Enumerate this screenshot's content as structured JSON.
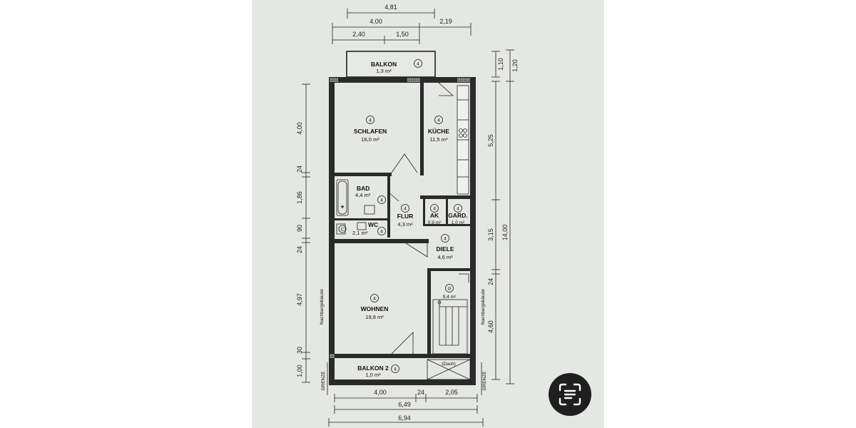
{
  "dimensions": {
    "top_overall": "4,81",
    "top_400": "4,00",
    "top_219": "2,19",
    "top_240": "2,40",
    "top_150": "1,50",
    "right_110": "1,10",
    "right_120": "1,20",
    "right_525": "5,25",
    "right_315": "3,15",
    "right_24": "24",
    "right_460": "4,60",
    "right_1400": "14,00",
    "left_400": "4,00",
    "left_24a": "24",
    "left_186": "1,86",
    "left_90": "90",
    "left_24b": "24",
    "left_497": "4,97",
    "left_30": "30",
    "left_100": "1,00",
    "bottom_400": "4,00",
    "bottom_24": "24",
    "bottom_205": "2,05",
    "bottom_649": "6,49",
    "bottom_694": "6,94"
  },
  "rooms": {
    "balkon": {
      "name": "BALKON",
      "area": "1,3 m²",
      "tag": "4"
    },
    "schlafen": {
      "name": "SCHLAFEN",
      "area": "16,0 m²",
      "tag": "4"
    },
    "kueche": {
      "name": "KÜCHE",
      "area": "11,5 m²",
      "tag": "4"
    },
    "bad": {
      "name": "BAD",
      "area": "4,4 m²",
      "tag": "4"
    },
    "flur": {
      "name": "FLUR",
      "area": "4,3 m²",
      "tag": "4"
    },
    "ak": {
      "name": "AK",
      "area": "0,9 m²",
      "tag": "4"
    },
    "gard": {
      "name": "GARD.",
      "area": "1,0 m²",
      "tag": "4"
    },
    "wc": {
      "name": "WC",
      "area": "2,1 m²",
      "tag": "4"
    },
    "diele": {
      "name": "DIELE",
      "area": "4,6 m²",
      "tag": "4"
    },
    "stair": {
      "tag": "G",
      "area": "9,4 m²"
    },
    "wohnen": {
      "name": "WOHNEN",
      "area": "19,8 m²",
      "tag": "4"
    },
    "balkon2": {
      "name": "BALKON 2",
      "area": "1,0 m²",
      "tag": "4"
    },
    "dach": {
      "name": "(Dach)"
    }
  },
  "labels": {
    "nachbar_left": "Nachbargebäude",
    "nachbar_right": "Nachbargebäude",
    "grenze_left": "GRENZE",
    "grenze_right": "GRENZE",
    "wc_symbol": "C"
  },
  "ui": {
    "scan_icon": "text-scan-icon"
  }
}
